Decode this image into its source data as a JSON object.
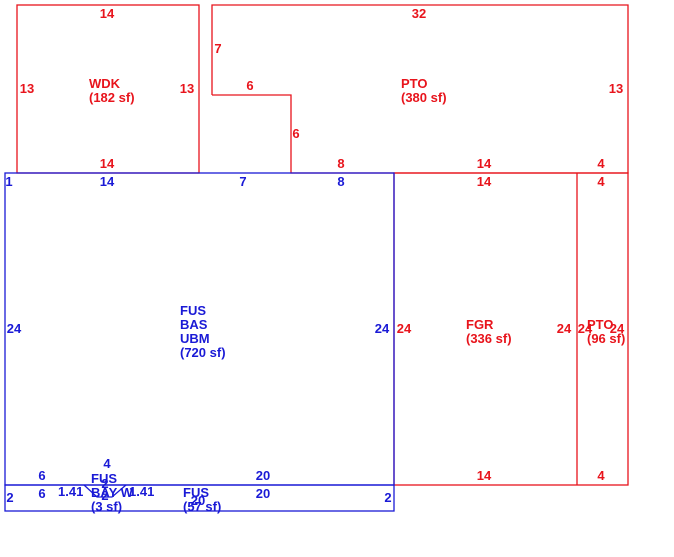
{
  "colors": {
    "existing": "#e8141c",
    "main": "#1a1ad6"
  },
  "areas": {
    "wdk": {
      "code": "WDK",
      "area": "(182 sf)"
    },
    "pto_top": {
      "code": "PTO",
      "area": "(380 sf)"
    },
    "main": {
      "codes": [
        "FUS",
        "BAS",
        "UBM"
      ],
      "area": "(720 sf)"
    },
    "fgr": {
      "code": "FGR",
      "area": "(336 sf)"
    },
    "pto_right": {
      "code": "PTO",
      "area": "(96 sf)"
    },
    "bay": {
      "code1": "FUS",
      "code2": "BAY W",
      "area": "(3 sf)"
    },
    "fus_strip": {
      "code": "FUS",
      "area": "(57 sf)"
    }
  },
  "dimensions": {
    "wdk_top": "14",
    "wdk_left": "13",
    "wdk_right": "13",
    "wdk_bottom": "14",
    "pto_top": "32",
    "pto_left": "7",
    "pto_notch_h": "6",
    "pto_notch_v": "6",
    "pto_right": "13",
    "pto_bottom_a": "8",
    "pto_bottom_b": "14",
    "pto_bottom_c": "4",
    "main_top_a": "1",
    "main_top_b": "14",
    "main_top_c": "7",
    "main_top_d": "8",
    "main_left": "24",
    "main_right": "24",
    "main_bottom_a": "6",
    "main_bottom_b": "4",
    "main_bottom_c": "20",
    "fgr_top": "14",
    "fgr_left": "24",
    "fgr_right": "24",
    "fgr_bottom": "14",
    "pto2_top": "4",
    "pto2_left": "24",
    "pto2_right": "24",
    "pto2_bottom": "4",
    "strip_left": "2",
    "strip_right": "2",
    "strip_a": "6",
    "strip_b": "20",
    "bay_left": "1.41",
    "bay_right": "1.41",
    "bay_top": "2",
    "bay_bottom": "2",
    "bay_small": "20"
  }
}
